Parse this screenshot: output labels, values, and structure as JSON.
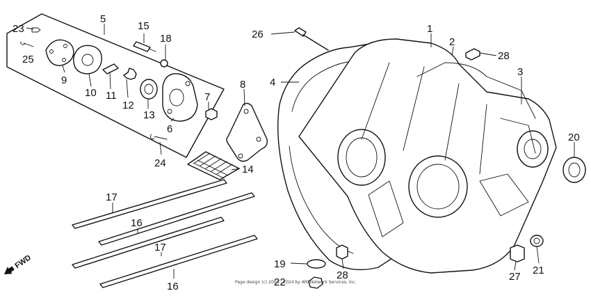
{
  "diagram": {
    "labels": {
      "l1": "1",
      "l2": "2",
      "l3": "3",
      "l4": "4",
      "l5": "5",
      "l6": "6",
      "l7": "7",
      "l8": "8",
      "l9": "9",
      "l10": "10",
      "l11": "11",
      "l12": "12",
      "l13": "13",
      "l14": "14",
      "l15": "15",
      "l16a": "16",
      "l16b": "16",
      "l17a": "17",
      "l17b": "17",
      "l18": "18",
      "l19": "19",
      "l20": "20",
      "l21": "21",
      "l22": "22",
      "l23": "23",
      "l24": "24",
      "l25": "25",
      "l26": "26",
      "l27": "27",
      "l28a": "28",
      "l28b": "28"
    },
    "fwd_label": "FWD",
    "footer_note": "Page design (c) 2004 - 2024 by ARI Network Services, Inc."
  }
}
